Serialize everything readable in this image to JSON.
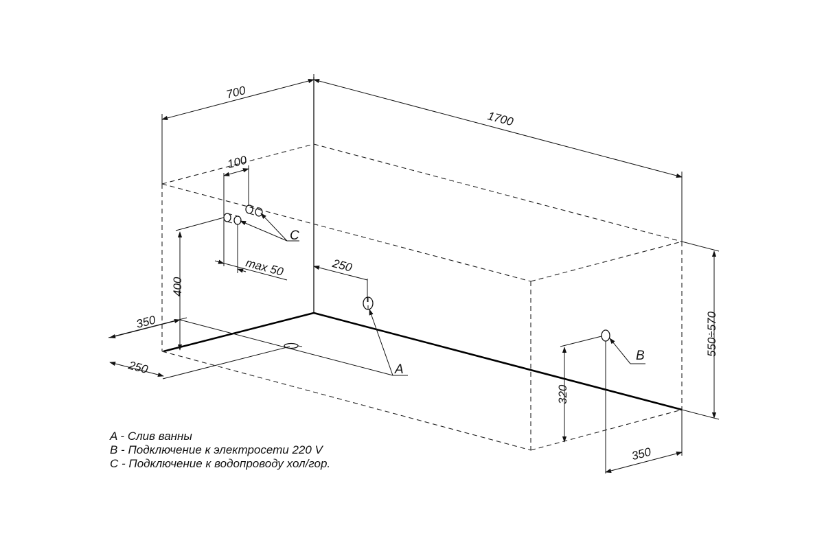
{
  "dimensions": {
    "width_700": "700",
    "length_1700": "1700",
    "spacing_100": "100",
    "height_400": "400",
    "offset_350_left": "350",
    "offset_250_left": "250",
    "offset_250_wall": "250",
    "max_50": "max 50",
    "height_320": "320",
    "height_550_570": "550÷570",
    "offset_350_right": "350"
  },
  "markers": {
    "a": "A",
    "b": "B",
    "c": "C"
  },
  "legend": [
    "A - Слив ванны",
    "B - Подключение к электросети 220 V",
    "C - Подключение к водопроводу хол/гор."
  ]
}
